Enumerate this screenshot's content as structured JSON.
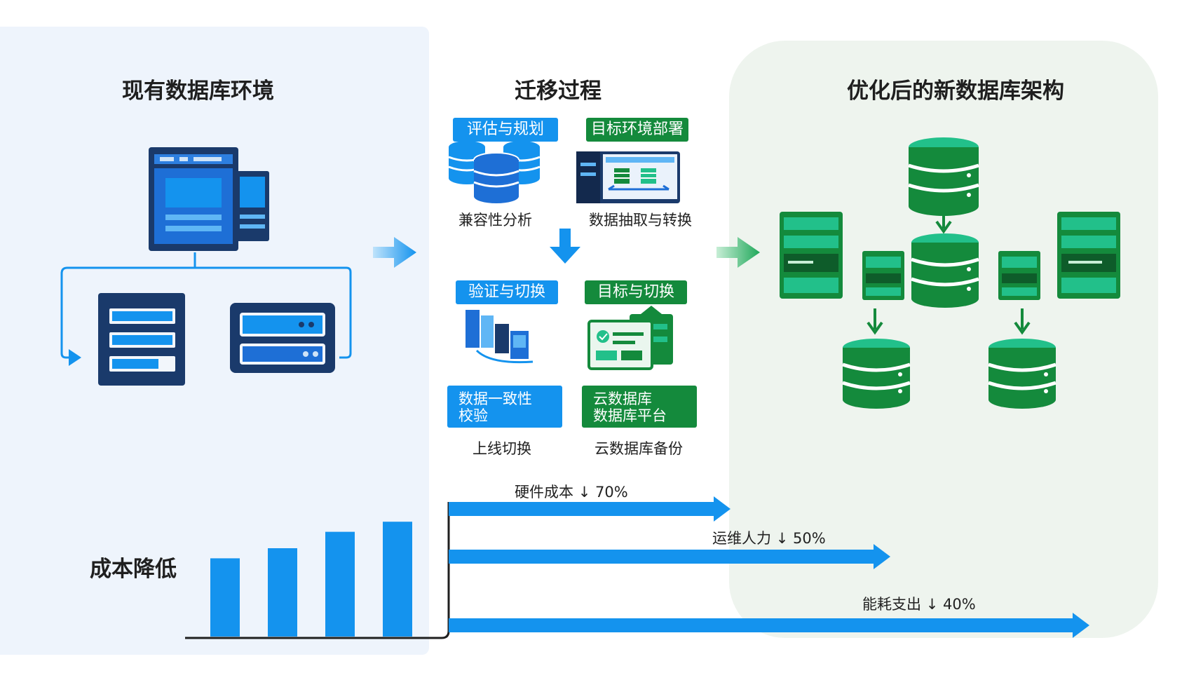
{
  "sections": {
    "existing": "现有数据库环境",
    "migration": "迁移过程",
    "optimized": "优化后的新数据库架构"
  },
  "steps": {
    "assess_tag": "评估与规划",
    "assess_caption": "兼容性分析",
    "deploy_tag": "目标环境部署",
    "deploy_caption": "数据抽取与转换",
    "verify_tag": "验证与切换",
    "verify_box": [
      "数据一致性",
      "校验"
    ],
    "verify_caption": "上线切换",
    "target_tag": "目标与切换",
    "target_box": [
      "云数据库",
      "数据库平台"
    ],
    "target_caption": "云数据库备份"
  },
  "cost": {
    "label": "成本降低",
    "metrics": [
      {
        "name": "硬件成本",
        "arrow": "↓",
        "value": "70%"
      },
      {
        "name": "运维人力",
        "arrow": "↓",
        "value": "50%"
      },
      {
        "name": "能耗支出",
        "arrow": "↓",
        "value": "40%"
      }
    ],
    "bars": [
      0.62,
      0.7,
      0.83,
      0.91
    ]
  },
  "colors": {
    "blue": "#1493ee",
    "dark_blue": "#1a3a6b",
    "green": "#148a3c",
    "light_green": "#22c08a"
  },
  "icons": [
    "server-rack-icon",
    "database-stack-icon",
    "dashboard-screen-icon",
    "network-servers-icon",
    "cloud-platform-icon",
    "database-icon"
  ]
}
